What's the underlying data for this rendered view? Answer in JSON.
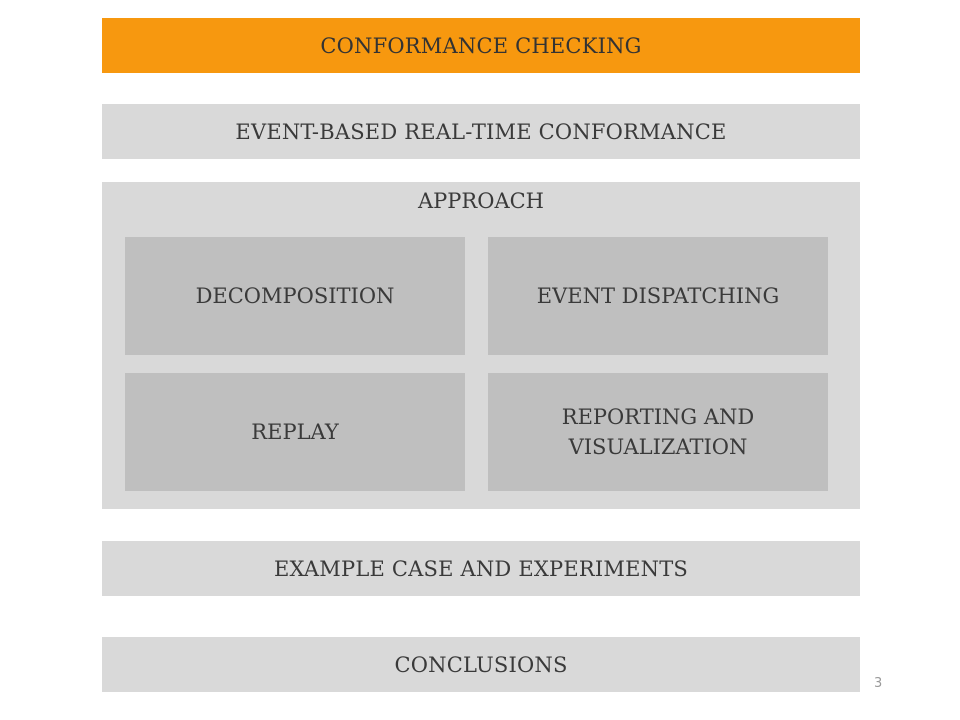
{
  "outline": {
    "current": "CONFORMANCE CHECKING",
    "section_2": "EVENT-BASED REAL-TIME CONFORMANCE",
    "approach": {
      "title": "APPROACH",
      "items": [
        "DECOMPOSITION",
        "EVENT DISPATCHING",
        "REPLAY",
        "REPORTING AND VISUALIZATION"
      ]
    },
    "section_4": "EXAMPLE CASE AND EXPERIMENTS",
    "section_5": "CONCLUSIONS"
  },
  "page_number": "3",
  "colors": {
    "accent": "#f7980f",
    "band": "#d9d9d9",
    "tile": "#bfbfbf"
  }
}
